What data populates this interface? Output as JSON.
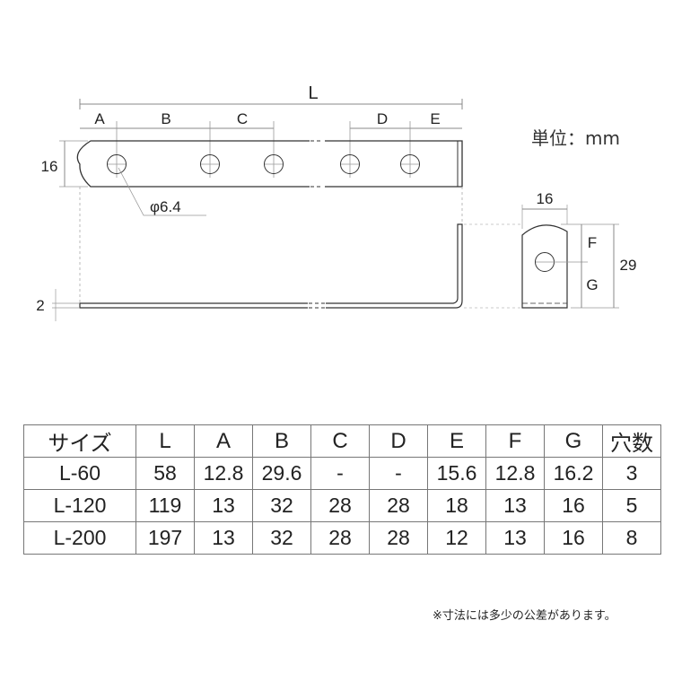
{
  "drawing": {
    "unit_label": "単位：mm",
    "top_view": {
      "overall_length_label": "L",
      "segment_labels": [
        "A",
        "B",
        "C",
        "D",
        "E"
      ],
      "width_label": "16",
      "hole_label": "φ6.4",
      "hole_count_shown": 5
    },
    "side_view": {
      "thickness_label": "2"
    },
    "end_view": {
      "width_label": "16",
      "height_label": "29",
      "upper_label": "F",
      "lower_label": "G"
    },
    "line_color": "#333333",
    "dim_line_color": "#888888"
  },
  "table": {
    "headers": [
      "サイズ",
      "L",
      "A",
      "B",
      "C",
      "D",
      "E",
      "F",
      "G",
      "穴数"
    ],
    "rows": [
      [
        "L-60",
        "58",
        "12.8",
        "29.6",
        "-",
        "-",
        "15.6",
        "12.8",
        "16.2",
        "3"
      ],
      [
        "L-120",
        "119",
        "13",
        "32",
        "28",
        "28",
        "18",
        "13",
        "16",
        "5"
      ],
      [
        "L-200",
        "197",
        "13",
        "32",
        "28",
        "28",
        "12",
        "13",
        "16",
        "8"
      ]
    ]
  },
  "note": "※寸法には多少の公差があります。"
}
